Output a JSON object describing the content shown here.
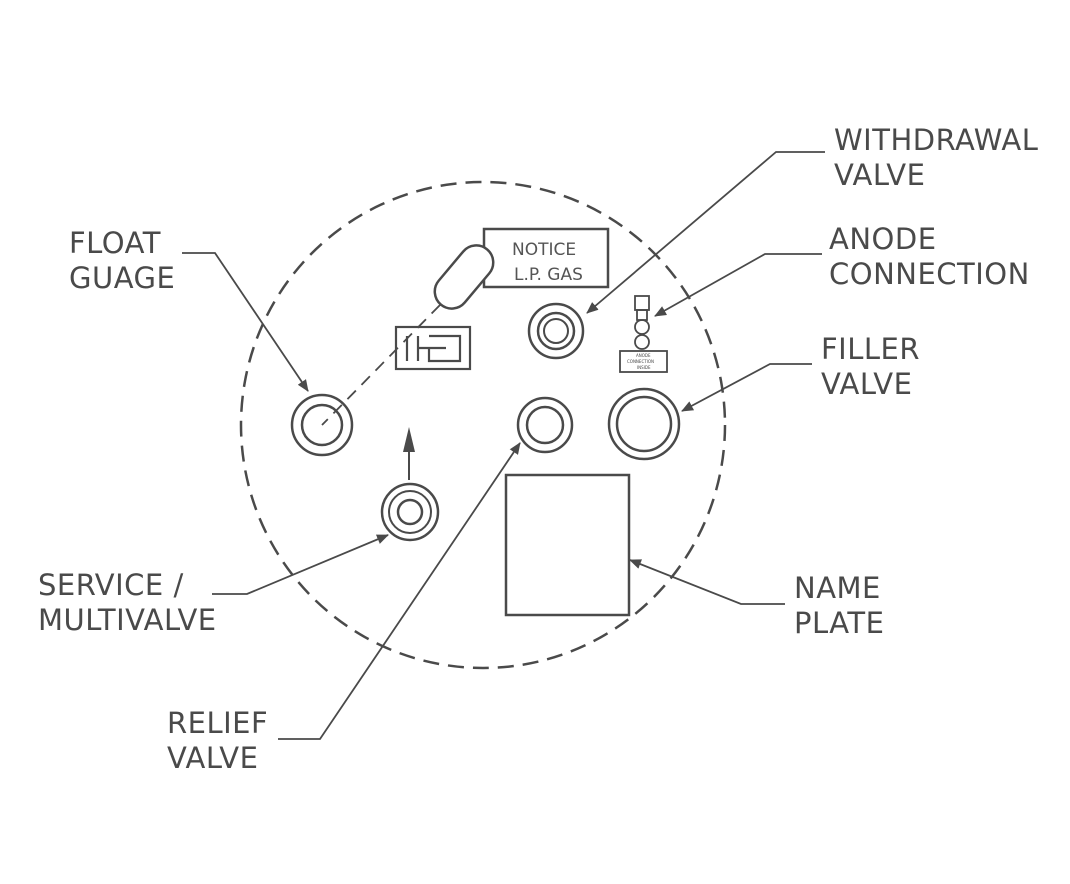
{
  "labels": {
    "float_gauge": [
      "FLOAT",
      "GUAGE"
    ],
    "withdrawal_valve": [
      "WITHDRAWAL",
      "VALVE"
    ],
    "anode_connection": [
      "ANODE",
      "CONNECTION"
    ],
    "filler_valve": [
      "FILLER",
      "VALVE"
    ],
    "service_multivalve": [
      "SERVICE /",
      "MULTIVALVE"
    ],
    "name_plate": [
      "NAME",
      "PLATE"
    ],
    "relief_valve": [
      "RELIEF",
      "VALVE"
    ]
  },
  "notice_plate": [
    "NOTICE",
    "L.P. GAS"
  ],
  "anode_tag_text": [
    "ANODE",
    "CONNECTION",
    "INSIDE"
  ],
  "colors": {
    "line": "#4a4a4a",
    "background": "#ffffff"
  }
}
